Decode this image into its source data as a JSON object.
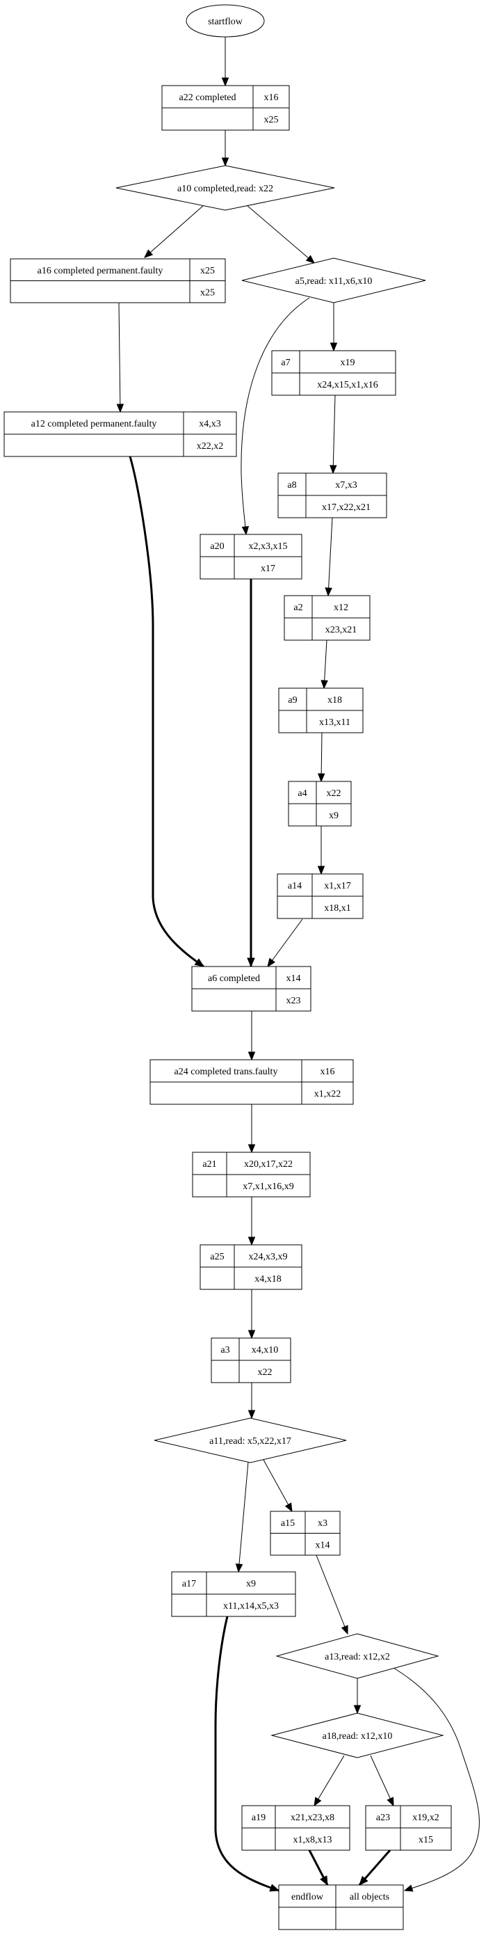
{
  "diagram": {
    "type": "workflow-graph",
    "start": {
      "id": "startflow",
      "label": "startflow"
    },
    "nodes": [
      {
        "id": "a22",
        "kind": "record",
        "title": "a22 completed",
        "top": "x16",
        "bottom": "x25"
      },
      {
        "id": "a10",
        "kind": "decision",
        "label": "a10 completed,read: x22"
      },
      {
        "id": "a16",
        "kind": "record",
        "title": "a16 completed permanent.faulty",
        "top": "x25",
        "bottom": "x25"
      },
      {
        "id": "a5",
        "kind": "decision",
        "label": "a5,read: x11,x6,x10"
      },
      {
        "id": "a7",
        "kind": "record",
        "title": "a7",
        "top": "x19",
        "bottom": "x24,x15,x1,x16"
      },
      {
        "id": "a12",
        "kind": "record",
        "title": "a12 completed permanent.faulty",
        "top": "x4,x3",
        "bottom": "x22,x2"
      },
      {
        "id": "a8",
        "kind": "record",
        "title": "a8",
        "top": "x7,x3",
        "bottom": "x17,x22,x21"
      },
      {
        "id": "a20",
        "kind": "record",
        "title": "a20",
        "top": "x2,x3,x15",
        "bottom": "x17"
      },
      {
        "id": "a2",
        "kind": "record",
        "title": "a2",
        "top": "x12",
        "bottom": "x23,x21"
      },
      {
        "id": "a9",
        "kind": "record",
        "title": "a9",
        "top": "x18",
        "bottom": "x13,x11"
      },
      {
        "id": "a4",
        "kind": "record",
        "title": "a4",
        "top": "x22",
        "bottom": "x9"
      },
      {
        "id": "a14",
        "kind": "record",
        "title": "a14",
        "top": "x1,x17",
        "bottom": "x18,x1"
      },
      {
        "id": "a6",
        "kind": "record",
        "title": "a6 completed",
        "top": "x14",
        "bottom": "x23"
      },
      {
        "id": "a24",
        "kind": "record",
        "title": "a24 completed trans.faulty",
        "top": "x16",
        "bottom": "x1,x22"
      },
      {
        "id": "a21",
        "kind": "record",
        "title": "a21",
        "top": "x20,x17,x22",
        "bottom": "x7,x1,x16,x9"
      },
      {
        "id": "a25",
        "kind": "record",
        "title": "a25",
        "top": "x24,x3,x9",
        "bottom": "x4,x18"
      },
      {
        "id": "a3",
        "kind": "record",
        "title": "a3",
        "top": "x4,x10",
        "bottom": "x22"
      },
      {
        "id": "a11",
        "kind": "decision",
        "label": "a11,read: x5,x22,x17"
      },
      {
        "id": "a15",
        "kind": "record",
        "title": "a15",
        "top": "x3",
        "bottom": "x14"
      },
      {
        "id": "a17",
        "kind": "record",
        "title": "a17",
        "top": "x9",
        "bottom": "x11,x14,x5,x3"
      },
      {
        "id": "a13",
        "kind": "decision",
        "label": "a13,read: x12,x2"
      },
      {
        "id": "a18",
        "kind": "decision",
        "label": "a18,read: x12,x10"
      },
      {
        "id": "a19",
        "kind": "record",
        "title": "a19",
        "top": "x21,x23,x8",
        "bottom": "x1,x8,x13"
      },
      {
        "id": "a23",
        "kind": "record",
        "title": "a23",
        "top": "x19,x2",
        "bottom": "x15"
      },
      {
        "id": "endflow",
        "kind": "record",
        "title": "endflow",
        "top": "all objects",
        "bottom": ""
      }
    ],
    "edges": [
      {
        "from": "startflow",
        "to": "a22",
        "bold": false
      },
      {
        "from": "a22",
        "to": "a10",
        "bold": false
      },
      {
        "from": "a10",
        "to": "a16",
        "bold": false
      },
      {
        "from": "a10",
        "to": "a5",
        "bold": false
      },
      {
        "from": "a16",
        "to": "a12",
        "bold": false
      },
      {
        "from": "a5",
        "to": "a7",
        "bold": false
      },
      {
        "from": "a5",
        "to": "a20",
        "bold": false
      },
      {
        "from": "a7",
        "to": "a8",
        "bold": false
      },
      {
        "from": "a8",
        "to": "a2",
        "bold": false
      },
      {
        "from": "a2",
        "to": "a9",
        "bold": false
      },
      {
        "from": "a9",
        "to": "a4",
        "bold": false
      },
      {
        "from": "a4",
        "to": "a14",
        "bold": false
      },
      {
        "from": "a12",
        "to": "a6",
        "bold": true
      },
      {
        "from": "a20",
        "to": "a6",
        "bold": true
      },
      {
        "from": "a14",
        "to": "a6",
        "bold": false
      },
      {
        "from": "a6",
        "to": "a24",
        "bold": false
      },
      {
        "from": "a24",
        "to": "a21",
        "bold": false
      },
      {
        "from": "a21",
        "to": "a25",
        "bold": false
      },
      {
        "from": "a25",
        "to": "a3",
        "bold": false
      },
      {
        "from": "a3",
        "to": "a11",
        "bold": false
      },
      {
        "from": "a11",
        "to": "a17",
        "bold": false
      },
      {
        "from": "a11",
        "to": "a15",
        "bold": false
      },
      {
        "from": "a15",
        "to": "a13",
        "bold": false
      },
      {
        "from": "a13",
        "to": "a18",
        "bold": false
      },
      {
        "from": "a13",
        "to": "endflow",
        "bold": false
      },
      {
        "from": "a18",
        "to": "a19",
        "bold": false
      },
      {
        "from": "a18",
        "to": "a23",
        "bold": false
      },
      {
        "from": "a17",
        "to": "endflow",
        "bold": true
      },
      {
        "from": "a19",
        "to": "endflow",
        "bold": true
      },
      {
        "from": "a23",
        "to": "endflow",
        "bold": true
      }
    ]
  }
}
